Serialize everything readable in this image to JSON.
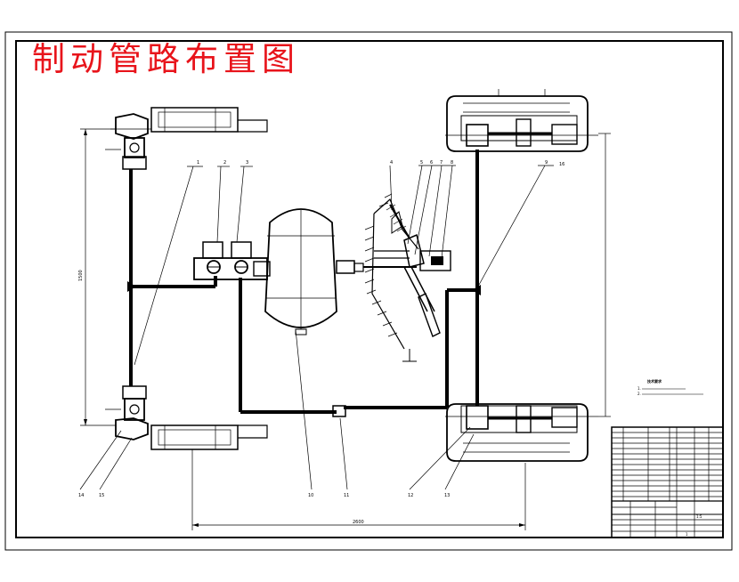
{
  "drawing": {
    "title": "制动管路布置图"
  },
  "callouts": [
    "1",
    "2",
    "3",
    "4",
    "5",
    "6",
    "7",
    "8",
    "9",
    "10",
    "11",
    "12",
    "13",
    "14",
    "15",
    "16"
  ],
  "dimensions": {
    "track": "1500",
    "wheelbase": "2600"
  },
  "tech_notes": {
    "heading": "技术要求",
    "line1": "1.",
    "line2": "2."
  },
  "title_block": {
    "scale": "1:5",
    "sheet": "1"
  }
}
